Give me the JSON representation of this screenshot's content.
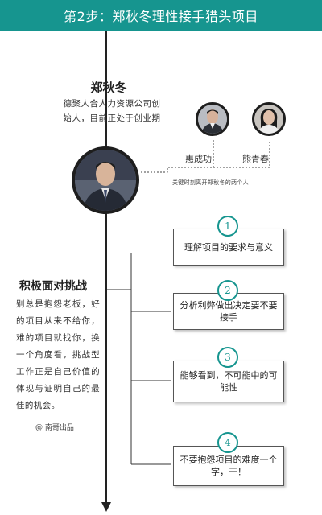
{
  "header": {
    "title": "第2步：郑秋冬理性接手猎头项目"
  },
  "person": {
    "name": "郑秋冬",
    "desc": "德聚人合人力资源公司创始人，目前正处于创业期"
  },
  "related": [
    {
      "name": "惠成功"
    },
    {
      "name": "熊青春"
    }
  ],
  "key_note": "关键时刻离开郑秋冬的两个人",
  "section": {
    "title": "积极面对挑战",
    "text": "别总是抱怨老板，好的项目从来不给你，难的项目就找你，换一个角度看，挑战型工作正是自己价值的体现与证明自己的最佳的机会。",
    "signature": "@ 南哥出品"
  },
  "steps": [
    {
      "num": "1",
      "text": "理解项目的要求与意义"
    },
    {
      "num": "2",
      "text": "分析利弊做出决定要不要接手"
    },
    {
      "num": "3",
      "text": "能够看到，不可能中的可能性"
    },
    {
      "num": "4",
      "text": "不要抱怨项目的难度一个字，干！"
    }
  ],
  "colors": {
    "accent": "#16958f"
  }
}
